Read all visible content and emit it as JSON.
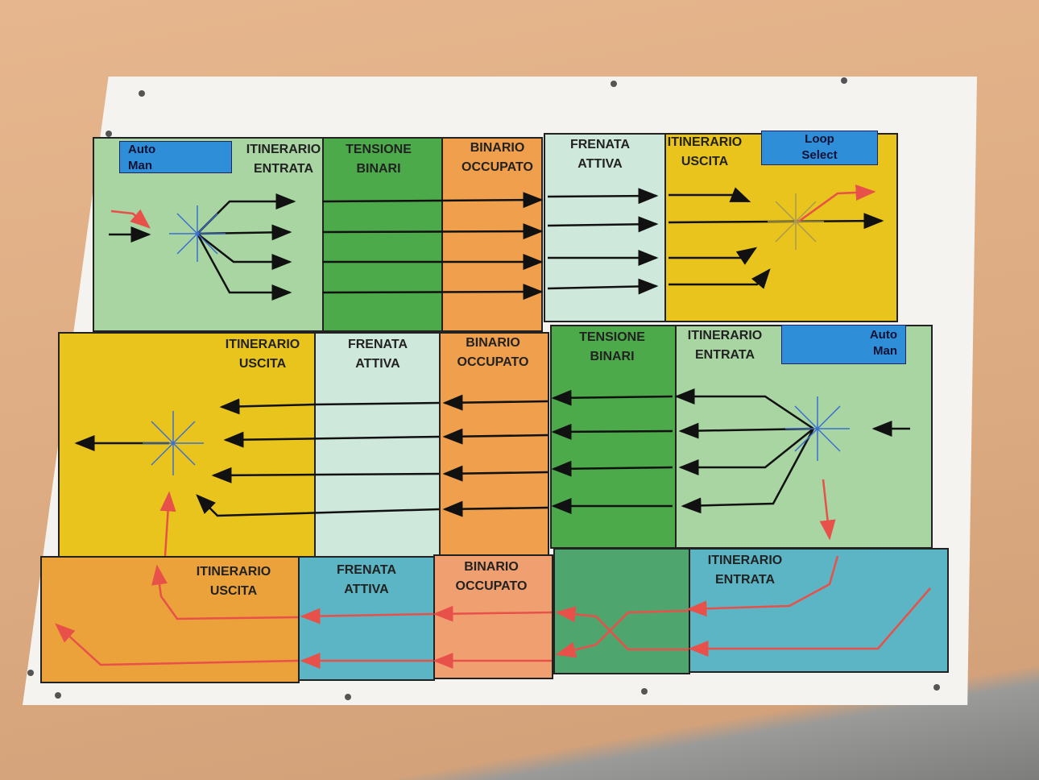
{
  "top_left": {
    "mode": [
      "Auto",
      "Man"
    ],
    "col1": [
      "ITINERARIO",
      "ENTRATA"
    ],
    "col2": [
      "TENSIONE",
      "BINARI"
    ],
    "col3": [
      "BINARIO",
      "OCCUPATO"
    ]
  },
  "top_right": {
    "col1": [
      "FRENATA",
      "ATTIVA"
    ],
    "col2": [
      "ITINERARIO",
      "USCITA"
    ],
    "loop": [
      "Loop",
      "Select"
    ]
  },
  "mid_left": {
    "col1": [
      "ITINERARIO",
      "USCITA"
    ],
    "col2": [
      "FRENATA",
      "ATTIVA"
    ],
    "col3": [
      "BINARIO",
      "OCCUPATO"
    ]
  },
  "mid_right": {
    "col1": [
      "TENSIONE",
      "BINARI"
    ],
    "col2": [
      "ITINERARIO",
      "ENTRATA"
    ],
    "mode": [
      "Auto",
      "Man"
    ]
  },
  "bottom_left": {
    "col1": [
      "ITINERARIO",
      "USCITA"
    ],
    "col2": [
      "FRENATA",
      "ATTIVA"
    ],
    "col3": [
      "BINARIO",
      "OCCUPATO"
    ]
  },
  "bottom_right": {
    "col1": [
      "ITINERARIO",
      "ENTRATA"
    ]
  },
  "colors": {
    "light_green": "#a8d5a2",
    "dark_green": "#4caa4a",
    "orange": "#f0a04c",
    "mint": "#cfe8dc",
    "yellow": "#e8c41c",
    "teal": "#5bb5c4",
    "blue": "#2e8fd8"
  }
}
